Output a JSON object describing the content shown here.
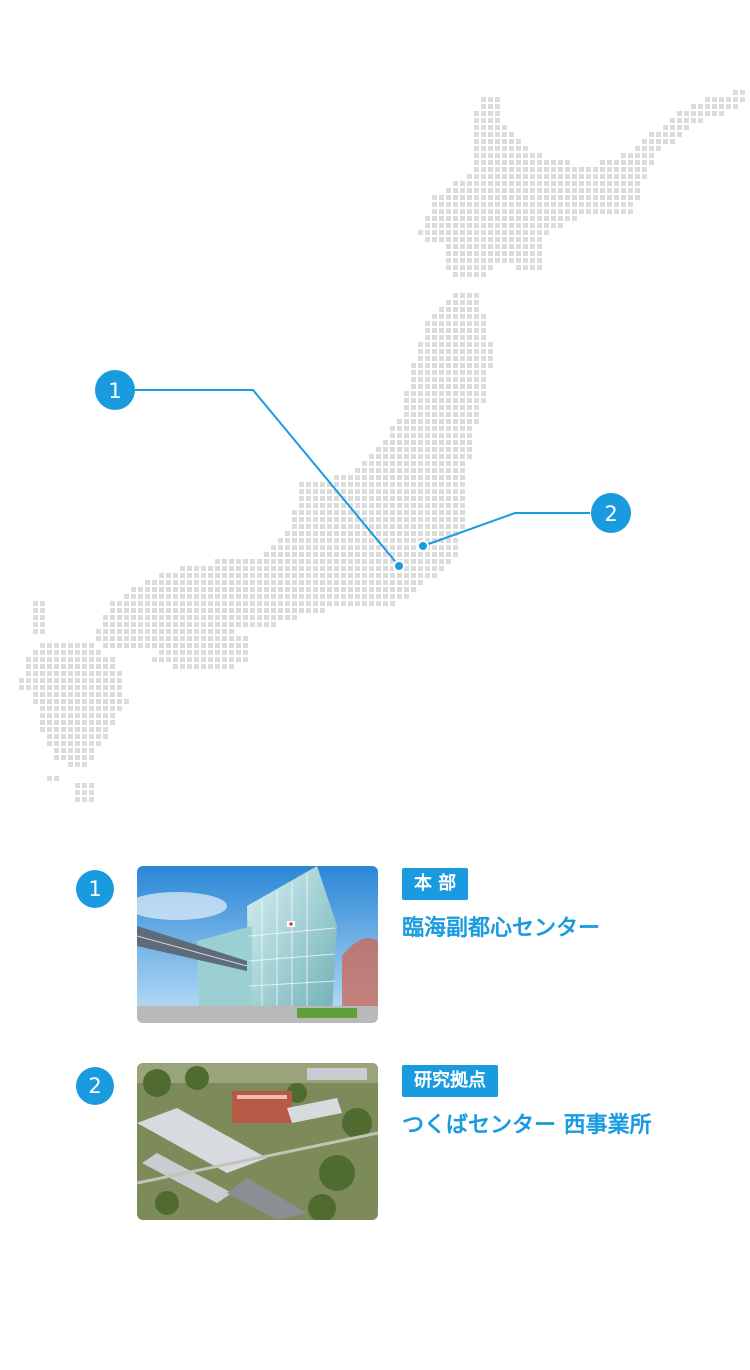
{
  "map": {
    "markers": [
      {
        "label": "1",
        "ref": "headquarters"
      },
      {
        "label": "2",
        "ref": "research"
      }
    ],
    "colors": {
      "accent": "#1a9be0",
      "land_dot": "#dcdcdc"
    }
  },
  "locations": [
    {
      "number": "1",
      "tag": "本 部",
      "name": "臨海副都心センター",
      "photo": "building-glass-facade"
    },
    {
      "number": "2",
      "tag": "研究拠点",
      "name": "つくばセンター 西事業所",
      "photo": "aerial-campus"
    }
  ]
}
